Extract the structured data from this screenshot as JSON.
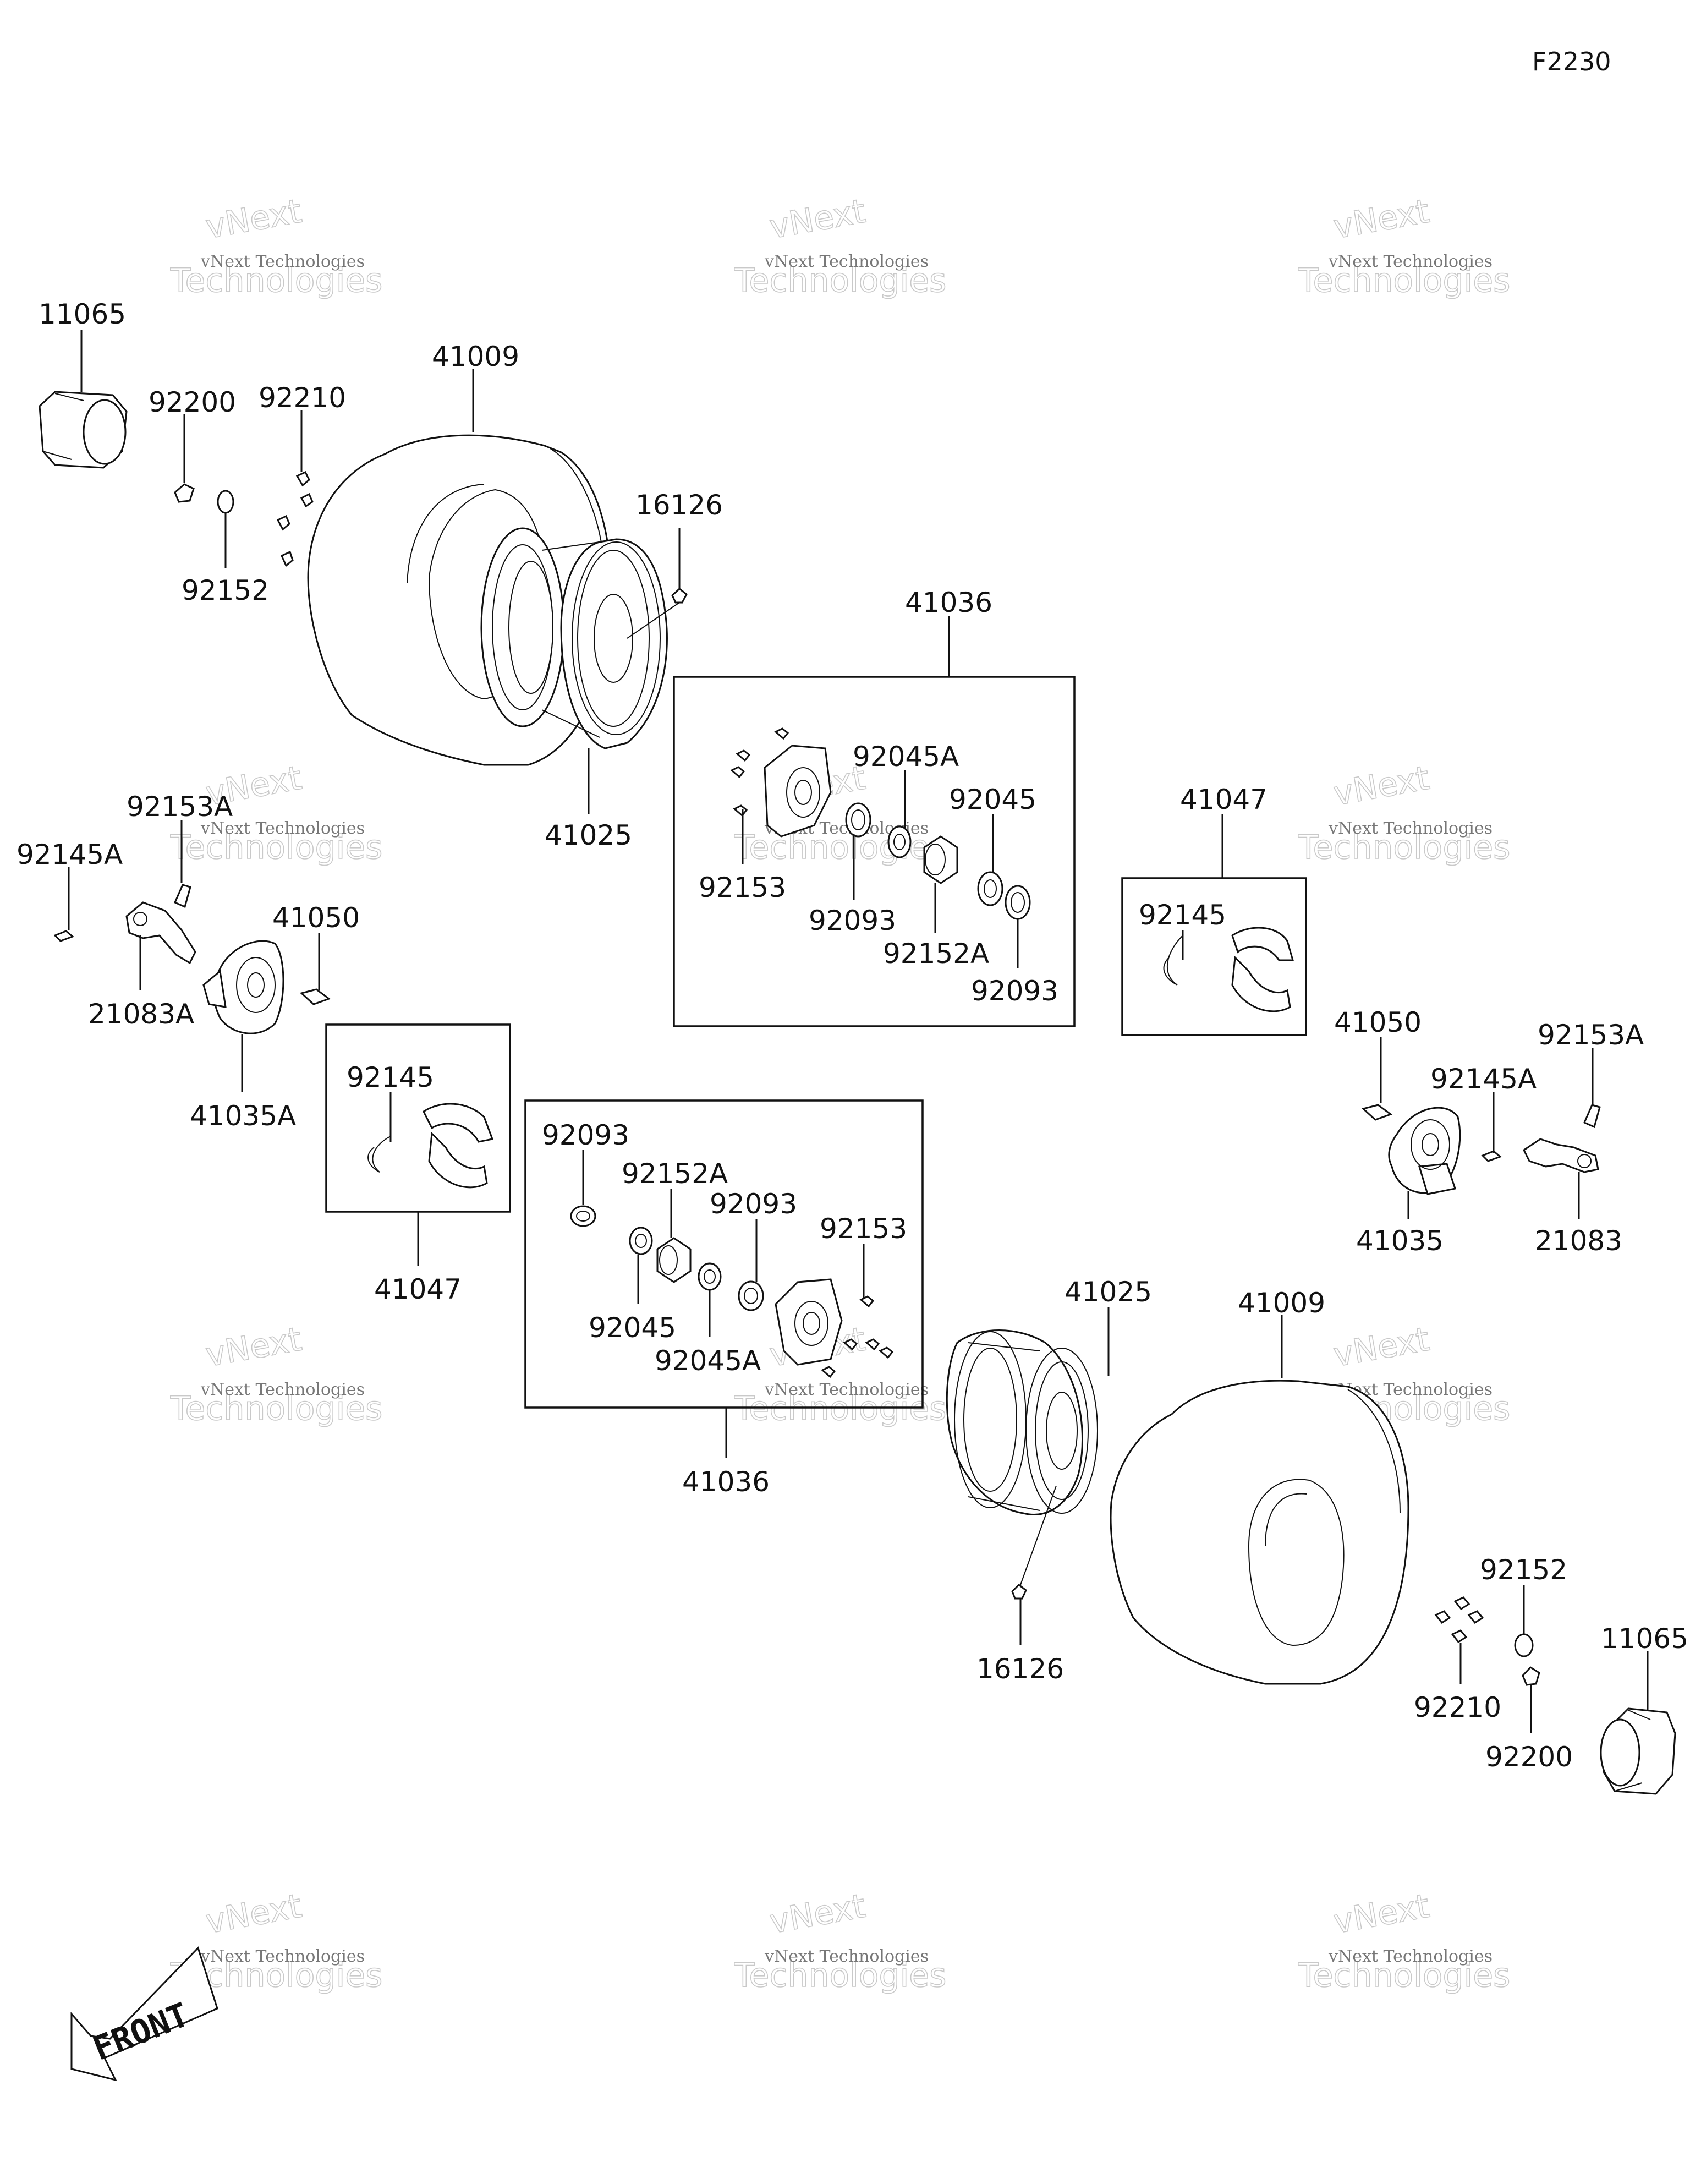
{
  "ref_code": "F2230",
  "front_label": "FRONT",
  "watermark": {
    "line1": "vNext Technologies",
    "line2": "Technologies",
    "line3": "vNext"
  },
  "labels": {
    "l11065_a": "11065",
    "l92200_a": "92200",
    "l92210_a": "92210",
    "l92152_a": "92152",
    "l41009_a": "41009",
    "l16126_a": "16126",
    "l41025_a": "41025",
    "l41036_a": "41036",
    "l92045A_a": "92045A",
    "l92045_a": "92045",
    "l92153_a": "92153",
    "l92093_a": "92093",
    "l92152A_a": "92152A",
    "l92093_b": "92093",
    "l92153A_a": "92153A",
    "l92145A_a": "92145A",
    "l41050_a": "41050",
    "l21083A": "21083A",
    "l41035A": "41035A",
    "l92145_a": "92145",
    "l41047_a": "41047",
    "l41047_b": "41047",
    "l92145_b": "92145",
    "l41050_b": "41050",
    "l92153A_b": "92153A",
    "l92145A_b": "92145A",
    "l41035": "41035",
    "l21083": "21083",
    "l92093_c": "92093",
    "l92152A_b": "92152A",
    "l92093_d": "92093",
    "l92153_b": "92153",
    "l92045_b": "92045",
    "l92045A_b": "92045A",
    "l41036_b": "41036",
    "l41025_b": "41025",
    "l41009_b": "41009",
    "l16126_b": "16126",
    "l92152_b": "92152",
    "l92210_b": "92210",
    "l92200_b": "92200",
    "l11065_b": "11065"
  }
}
